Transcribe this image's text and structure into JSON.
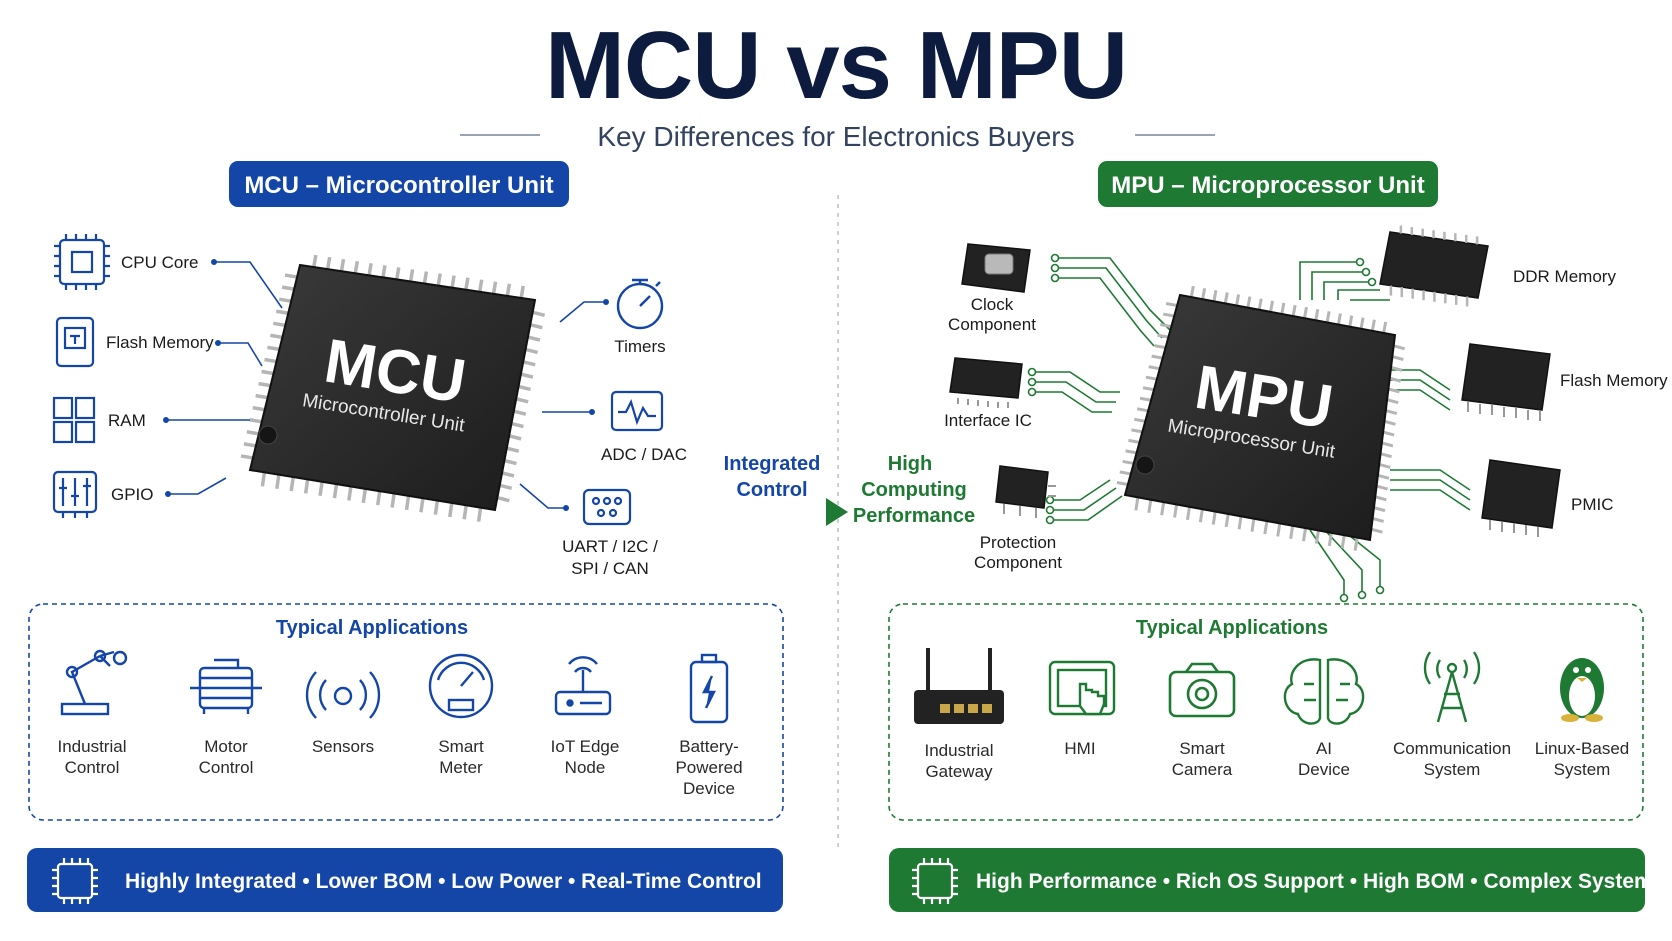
{
  "header": {
    "title": "MCU vs MPU",
    "subtitle": "Key Differences for Electronics Buyers"
  },
  "colors": {
    "mcu_blue": "#1446a8",
    "mpu_green": "#1e7a33",
    "title_navy": "#0d1b3e",
    "chip_dark": "#2b2b2b"
  },
  "mcu": {
    "pill": "MCU – Microcontroller Unit",
    "chip_title": "MCU",
    "chip_subtitle": "Microcontroller Unit",
    "left_features": [
      {
        "label": "CPU Core",
        "icon": "cpu-core-icon"
      },
      {
        "label": "Flash Memory",
        "icon": "flash-memory-icon"
      },
      {
        "label": "RAM",
        "icon": "ram-icon"
      },
      {
        "label": "GPIO",
        "icon": "gpio-icon"
      }
    ],
    "right_features": {
      "timers": "Timers",
      "adc": "ADC / DAC",
      "uart_line1": "UART / I2C /",
      "uart_line2": "SPI / CAN"
    },
    "apps_title": "Typical Applications",
    "apps": [
      {
        "line1": "Industrial",
        "line2": "Control",
        "line3": "",
        "icon": "robot-arm-icon"
      },
      {
        "line1": "Motor",
        "line2": "Control",
        "line3": "",
        "icon": "motor-icon"
      },
      {
        "line1": "Sensors",
        "line2": "",
        "line3": "",
        "icon": "sensor-icon"
      },
      {
        "line1": "Smart",
        "line2": "Meter",
        "line3": "",
        "icon": "meter-icon"
      },
      {
        "line1": "IoT Edge",
        "line2": "Node",
        "line3": "",
        "icon": "router-icon"
      },
      {
        "line1": "Battery-",
        "line2": "Powered",
        "line3": "Device",
        "icon": "battery-icon"
      }
    ],
    "banner": [
      "Highly Integrated",
      "Lower BOM",
      "Low Power",
      "Real-Time Control"
    ]
  },
  "middle": {
    "left_line1": "Integrated",
    "left_line2": "Control",
    "right_line1": "High",
    "right_line2": "Computing",
    "right_line3": "Performance"
  },
  "mpu": {
    "pill": "MPU – Microprocessor Unit",
    "chip_title": "MPU",
    "chip_subtitle": "Microprocessor Unit",
    "components": {
      "clock_line1": "Clock",
      "clock_line2": "Component",
      "interface": "Interface IC",
      "protection_line1": "Protection",
      "protection_line2": "Component",
      "ddr": "DDR Memory",
      "flash": "Flash Memory",
      "pmic": "PMIC"
    },
    "apps_title": "Typical Applications",
    "apps": [
      {
        "line1": "Industrial",
        "line2": "Gateway",
        "icon": "gateway-icon"
      },
      {
        "line1": "HMI",
        "line2": "",
        "icon": "touch-screen-icon"
      },
      {
        "line1": "Smart",
        "line2": "Camera",
        "icon": "camera-icon"
      },
      {
        "line1": "AI",
        "line2": "Device",
        "icon": "brain-icon"
      },
      {
        "line1": "Communication",
        "line2": "System",
        "icon": "antenna-icon"
      },
      {
        "line1": "Linux-Based",
        "line2": "System",
        "icon": "penguin-icon"
      }
    ],
    "banner": [
      "High Performance",
      "Rich OS Support",
      "High BOM",
      "Complex System"
    ]
  }
}
